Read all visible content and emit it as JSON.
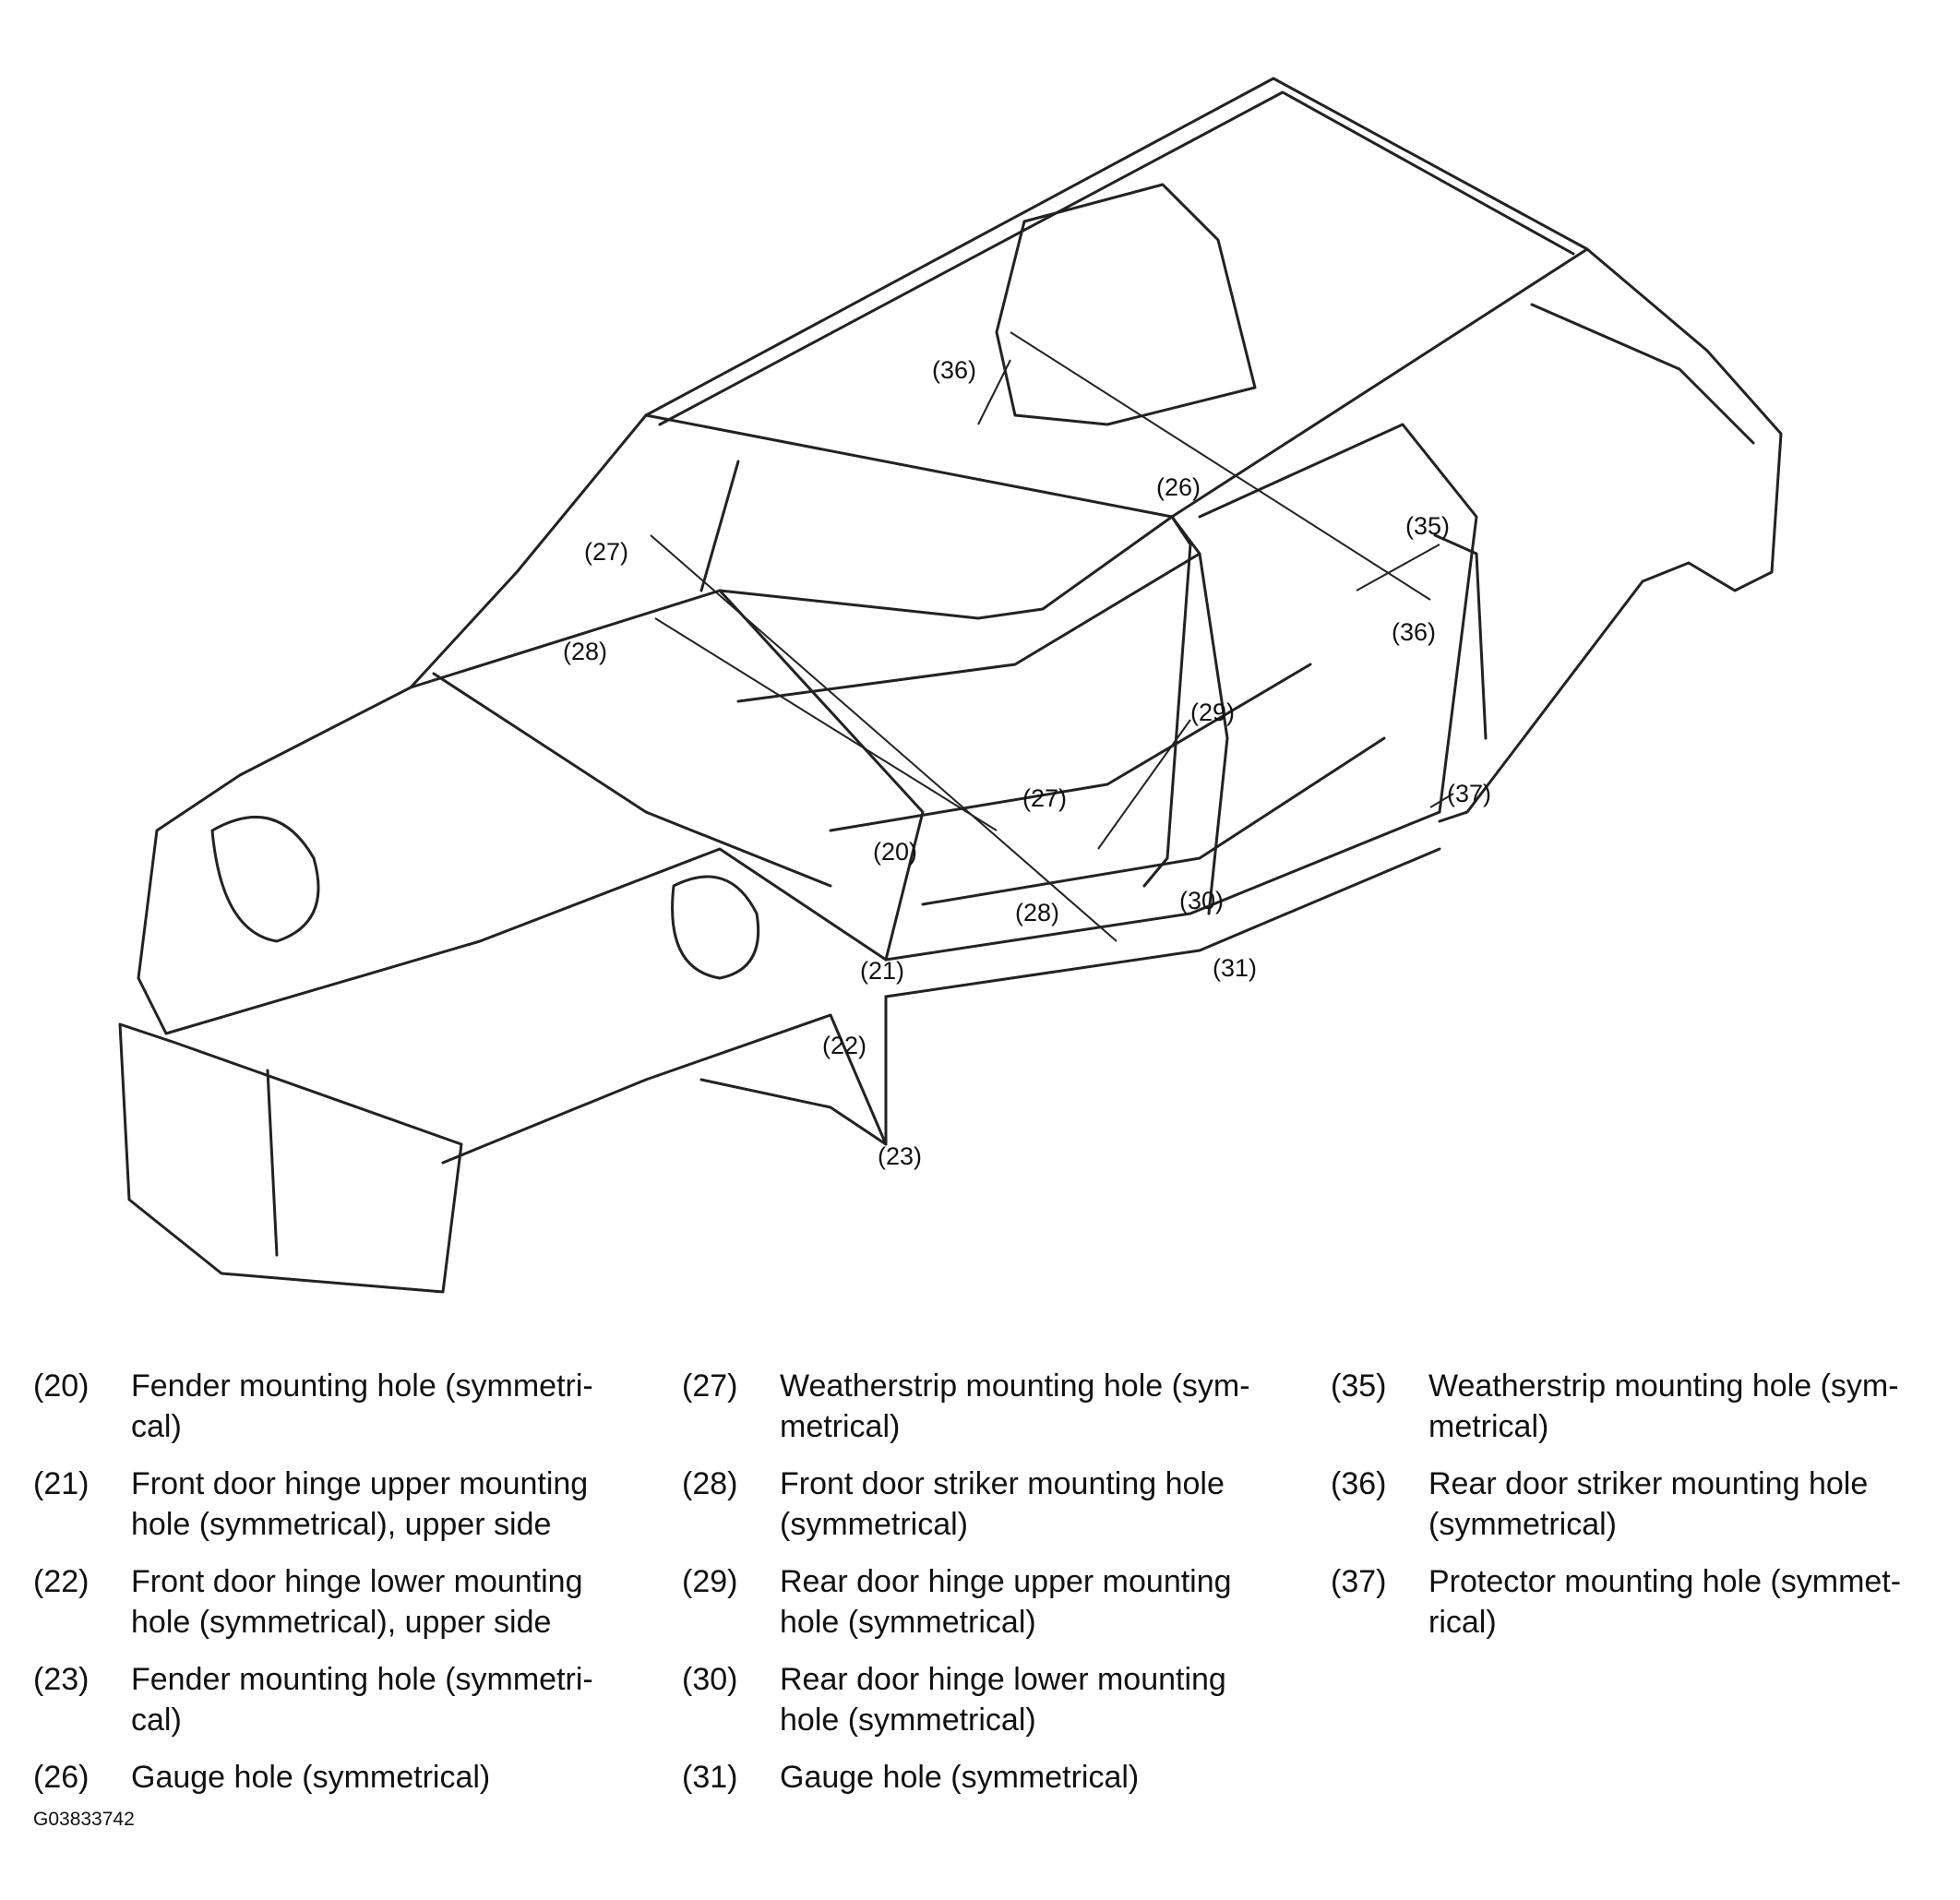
{
  "callouts": [
    "(36)",
    "(26)",
    "(35)",
    "(27)",
    "(28)",
    "(36)",
    "(29)",
    "(37)",
    "(27)",
    "(20)",
    "(30)",
    "(28)",
    "(21)",
    "(31)",
    "(22)",
    "(23)"
  ],
  "legend": {
    "col1": [
      {
        "num": "(20)",
        "text": "Fender mounting hole (symmetri-cal)"
      },
      {
        "num": "(21)",
        "text": "Front door hinge upper mounting hole (symmetrical), upper side"
      },
      {
        "num": "(22)",
        "text": "Front door hinge lower mounting hole (symmetrical), upper side"
      },
      {
        "num": "(23)",
        "text": "Fender mounting hole (symmetri-cal)"
      },
      {
        "num": "(26)",
        "text": "Gauge hole (symmetrical)"
      }
    ],
    "col2": [
      {
        "num": "(27)",
        "text": "Weatherstrip mounting hole (sym-metrical)"
      },
      {
        "num": "(28)",
        "text": "Front door striker mounting hole (symmetrical)"
      },
      {
        "num": "(29)",
        "text": "Rear door hinge upper mounting hole (symmetrical)"
      },
      {
        "num": "(30)",
        "text": "Rear door hinge lower mounting hole (symmetrical)"
      },
      {
        "num": "(31)",
        "text": "Gauge hole (symmetrical)"
      }
    ],
    "col3": [
      {
        "num": "(35)",
        "text": "Weatherstrip mounting hole (sym-metrical)"
      },
      {
        "num": "(36)",
        "text": "Rear door striker mounting hole (symmetrical)"
      },
      {
        "num": "(37)",
        "text": "Protector mounting hole (symmet-rical)"
      }
    ]
  },
  "figure_id": "G03833742"
}
